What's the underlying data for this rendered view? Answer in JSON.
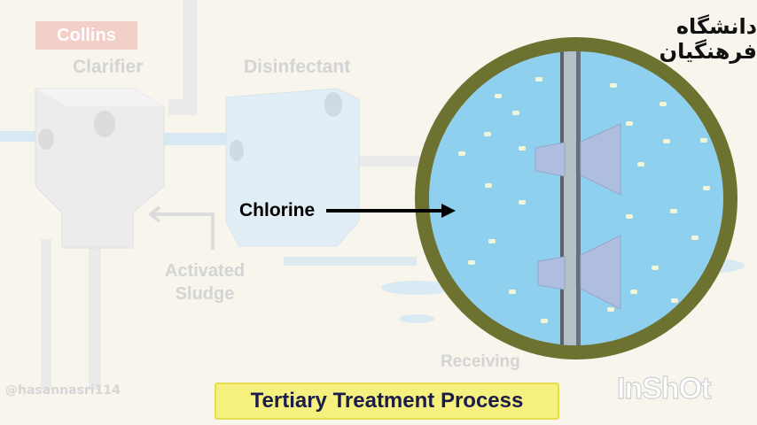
{
  "logo": {
    "text": "Collins"
  },
  "labels": {
    "clarifier": "Clarifier",
    "disinfectant": "Disinfectant",
    "activated_sludge": [
      "Activated",
      "Sludge"
    ],
    "receiving_water": "Receiving",
    "chlorine": "Chlorine"
  },
  "header": {
    "university": "دانشگاه فرهنگیان"
  },
  "caption": {
    "text": "Tertiary Treatment Process"
  },
  "watermarks": {
    "handle": "@hasannasri114",
    "app": "InShOt"
  },
  "colors": {
    "background": "#f7f5ec",
    "ring": "#6e7230",
    "water": "#8fd0ef",
    "baffle": "#aebde0",
    "caption_fill": "#f6f17f"
  },
  "icons": [
    "arrow-right-icon",
    "arrow-left-faded-icon"
  ]
}
